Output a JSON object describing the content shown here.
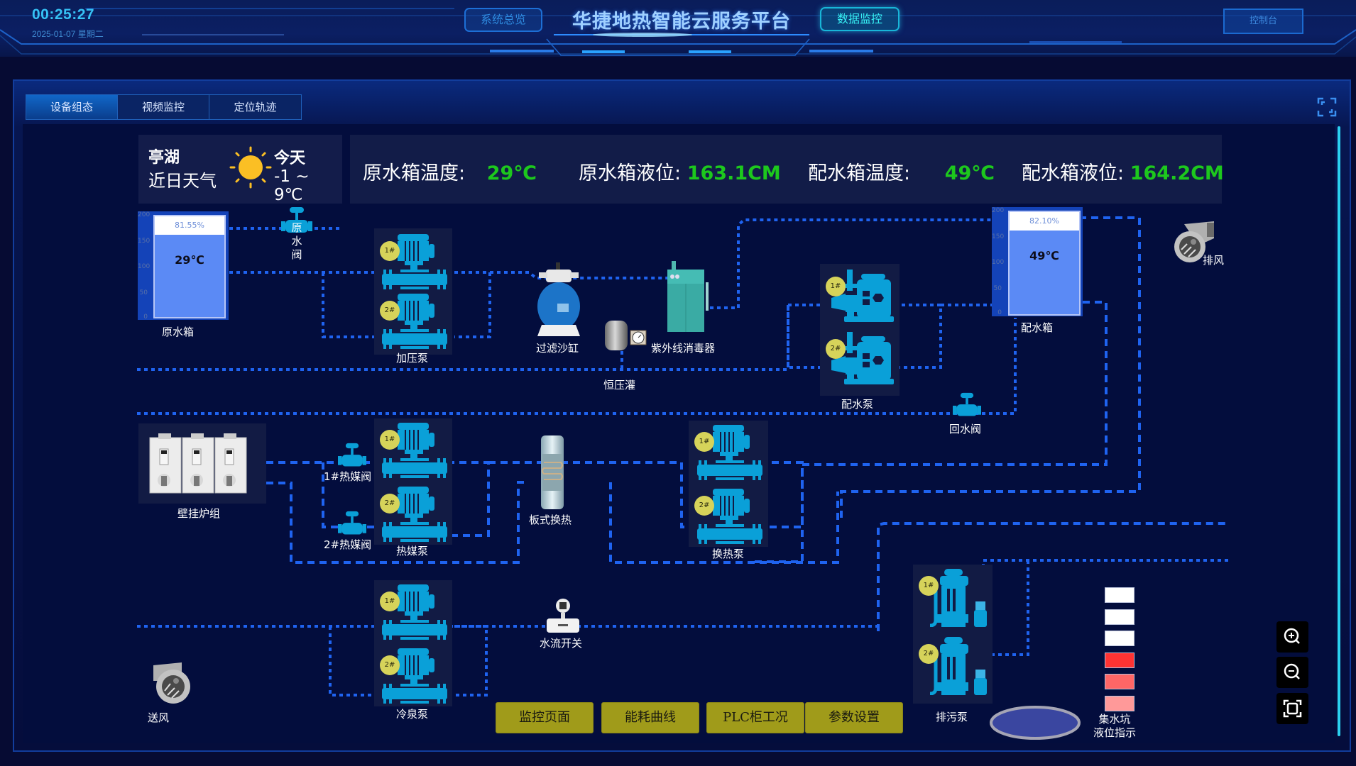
{
  "header": {
    "time": "00:25:27",
    "date": "2025-01-07 星期二",
    "title": "华捷地热智能云服务平台",
    "nav_left": "系统总览",
    "nav_right": "数据监控",
    "console": "控制台"
  },
  "tabs": [
    {
      "label": "设备组态",
      "active": true
    },
    {
      "label": "视频监控",
      "active": false
    },
    {
      "label": "定位轨迹",
      "active": false
    }
  ],
  "weather": {
    "city": "亭湖",
    "subtitle": "近日天气",
    "icon": "sun-icon",
    "day": "今天",
    "range": "-1 ~ 9℃"
  },
  "stats": [
    {
      "label": "原水箱温度:",
      "value": "29℃"
    },
    {
      "label": "原水箱液位:",
      "value": "163.1CM"
    },
    {
      "label": "配水箱温度:",
      "value": "49℃"
    },
    {
      "label": "配水箱液位:",
      "value": "164.2CM"
    }
  ],
  "tanks": {
    "raw": {
      "label": "原水箱",
      "percent_text": "81.55%",
      "percent": 81.55,
      "temp": "29℃",
      "axis": [
        "200",
        "150",
        "100",
        "50",
        "0"
      ]
    },
    "dist": {
      "label": "配水箱",
      "percent_text": "82.10%",
      "percent": 82.1,
      "temp": "49℃",
      "axis": [
        "200",
        "150",
        "100",
        "50",
        "0"
      ]
    }
  },
  "devices": {
    "raw_valve": "原\n水\n阀",
    "raw_valve_chars": [
      "原",
      "水",
      "阀"
    ],
    "booster_pump": "加压泵",
    "sand_filter": "过滤沙缸",
    "pressure_tank": "恒压灌",
    "uv_sterilizer": "紫外线消毒器",
    "dist_pump": "配水泵",
    "return_valve": "回水阀",
    "exhaust_fan": "排风",
    "boiler_group": "壁挂炉组",
    "hot_valve_1": "1#热媒阀",
    "hot_valve_2": "2#热媒阀",
    "hot_pump": "热媒泵",
    "plate_exchanger": "板式换热",
    "exchange_pump": "换热泵",
    "cold_pump": "冷泉泵",
    "flow_switch": "水流开关",
    "supply_fan": "送风",
    "sewage_pump": "排污泵",
    "sump_level_line1": "集水坑",
    "sump_level_line2": "液位指示",
    "pump_1": "1#",
    "pump_2": "2#"
  },
  "sump_levels": [
    {
      "state": "off",
      "color": "#ffffff"
    },
    {
      "state": "off",
      "color": "#ffffff"
    },
    {
      "state": "off",
      "color": "#ffffff"
    },
    {
      "state": "on",
      "color": "#ff3333"
    },
    {
      "state": "on",
      "color": "#ff6666"
    },
    {
      "state": "on",
      "color": "#ff9999"
    }
  ],
  "bottom_buttons": [
    "监控页面",
    "能耗曲线",
    "PLC柜工况",
    "参数设置"
  ],
  "colors": {
    "pipe": "#1f63f0",
    "device": "#0aa0d8",
    "value_green": "#1dc81d",
    "badge": "#d6d35a",
    "olive_button": "#a09b1a"
  }
}
